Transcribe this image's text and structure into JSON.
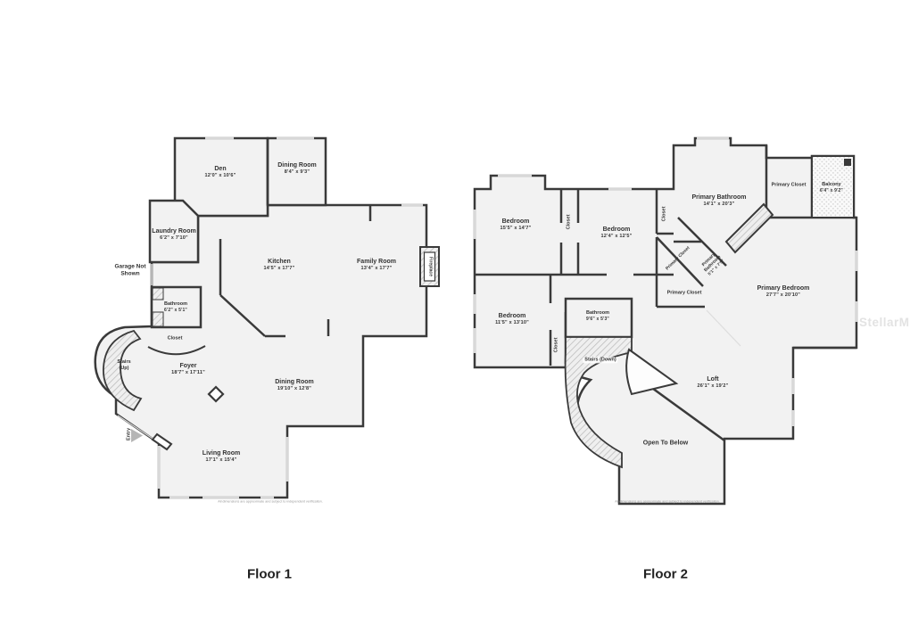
{
  "colors": {
    "wall": "#3a3a3a",
    "room_fill": "#f2f2f2",
    "window": "#d8d8d8",
    "background": "#ffffff",
    "text": "#333333",
    "watermark": "#e3e3e3"
  },
  "watermark": {
    "text": "StellarMLS"
  },
  "disclaimer": "All dimensions are approximate and subject to independent verification.",
  "floor1": {
    "label": "Floor 1",
    "rooms": {
      "den": {
        "name": "Den",
        "dims": "12'0\" x 10'6\""
      },
      "dining_top": {
        "name": "Dining Room",
        "dims": "8'4\" x 9'3\""
      },
      "laundry": {
        "name": "Laundry Room",
        "dims": "6'2\" x 7'10\""
      },
      "garage_note": {
        "name": "Garage Not Shown"
      },
      "kitchen": {
        "name": "Kitchen",
        "dims": "14'5\" x 17'7\""
      },
      "family": {
        "name": "Family Room",
        "dims": "13'4\" x 17'7\""
      },
      "fireplace": {
        "name": "Fireplace"
      },
      "bathroom": {
        "name": "Bathroom",
        "dims": "6'2\" x 5'1\""
      },
      "closet": {
        "name": "Closet"
      },
      "stairs": {
        "name": "Stairs",
        "sub": "(Up)"
      },
      "foyer": {
        "name": "Foyer",
        "dims": "18'7\" x 17'11\""
      },
      "dining_lower": {
        "name": "Dining Room",
        "dims": "19'10\" x 12'8\""
      },
      "living": {
        "name": "Living Room",
        "dims": "17'1\" x 15'4\""
      },
      "entry": {
        "name": "Entry"
      }
    }
  },
  "floor2": {
    "label": "Floor 2",
    "rooms": {
      "bedroom1": {
        "name": "Bedroom",
        "dims": "15'5\" x 14'7\""
      },
      "closet1": {
        "name": "Closet"
      },
      "bedroom2": {
        "name": "Bedroom",
        "dims": "12'4\" x 12'5\""
      },
      "closet2": {
        "name": "Closet"
      },
      "primary_bath": {
        "name": "Primary Bathroom",
        "dims": "14'1\" x 20'3\""
      },
      "primary_closet_top": {
        "name": "Primary Closet"
      },
      "balcony": {
        "name": "Balcony",
        "dims": "6'4\" x 9'2\""
      },
      "primary_closet_diag": {
        "name": "Primary Closet"
      },
      "primary_bath_small": {
        "name": "Primary Bathroom",
        "dims": "5'1\" x 7'5\""
      },
      "primary_closet_low": {
        "name": "Primary Closet"
      },
      "primary_bedroom": {
        "name": "Primary Bedroom",
        "dims": "27'7\" x 20'10\""
      },
      "bedroom3": {
        "name": "Bedroom",
        "dims": "11'5\" x 13'10\""
      },
      "closet3": {
        "name": "Closet"
      },
      "bathroom2": {
        "name": "Bathroom",
        "dims": "9'6\" x 5'3\""
      },
      "stairs_down": {
        "name": "Stairs (Down)"
      },
      "loft": {
        "name": "Loft",
        "dims": "26'1\" x 19'2\""
      },
      "open_below": {
        "name": "Open To Below"
      }
    }
  }
}
